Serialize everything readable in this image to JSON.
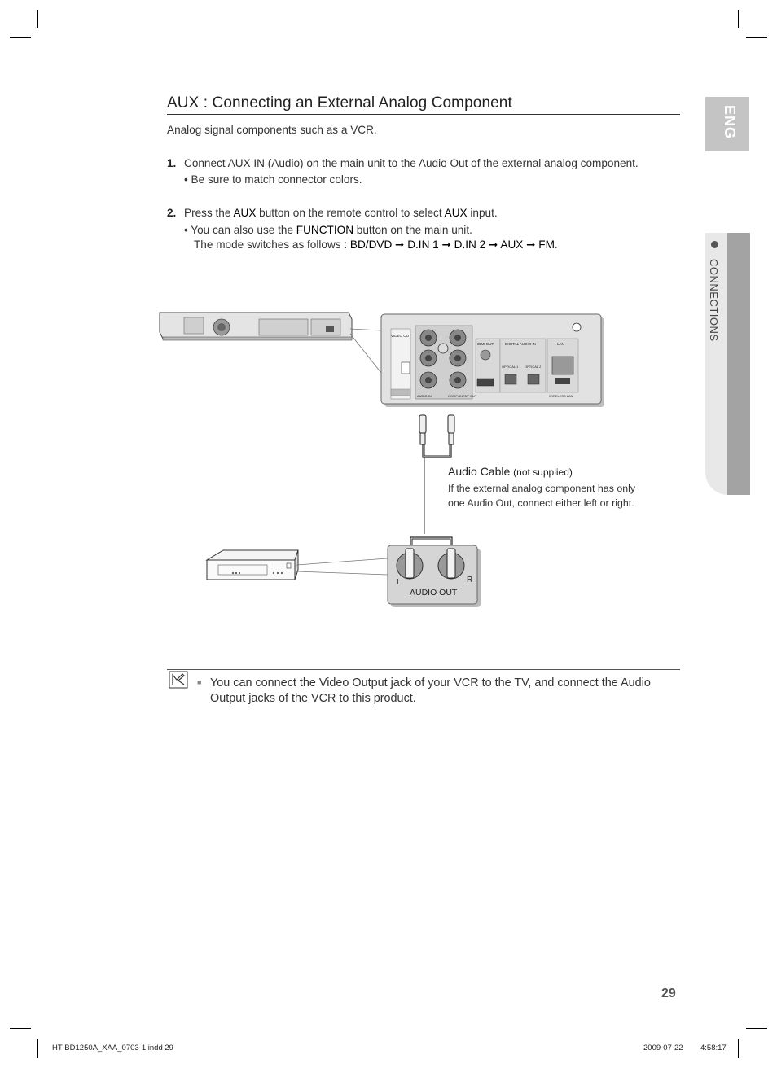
{
  "title": "AUX : Connecting an External Analog Component",
  "intro": "Analog signal components such as a VCR.",
  "steps": [
    {
      "num": "1.",
      "text": "Connect AUX IN (Audio) on the main unit to the Audio Out of the external analog component.",
      "bullet": "• Be sure to match connector colors."
    },
    {
      "num": "2.",
      "text_pre": "Press the ",
      "text_b1": "AUX",
      "text_mid": " button on the remote control to select ",
      "text_b2": "AUX",
      "text_post": " input.",
      "bullet_pre": "• You can also use the ",
      "bullet_b": "FUNCTION",
      "bullet_post": " button on the main unit.",
      "mode_pre": "The mode switches as follows : ",
      "mode_seq": "BD/DVD ➞ D.IN 1 ➞ D.IN 2 ➞ AUX ➞ FM",
      "mode_end": "."
    }
  ],
  "side_tabs": {
    "language": "ENG",
    "section": "CONNECTIONS"
  },
  "diagram": {
    "panel_labels": {
      "video_out": "VIDEO OUT",
      "hdmi_out": "HDMI OUT",
      "digital_audio_in": "DIGITAL AUDIO IN",
      "lan": "LAN",
      "optical1": "OPTICAL 1",
      "optical2": "OPTICAL 2",
      "audio_in": "AUDIO IN",
      "component_out": "COMPONENT OUT",
      "wireless_lan": "WIRELESS LAN"
    },
    "cable_title": "Audio Cable",
    "cable_title_small": "(not supplied)",
    "cable_note": "If the external analog component has only one Audio Out, connect either left or right.",
    "audio_out_label": "AUDIO OUT",
    "left_label": "L",
    "right_label": "R"
  },
  "note": "You can connect the Video Output jack of your VCR to the TV, and connect the Audio Output jacks of the VCR to this product.",
  "note_bullet": "■",
  "page_number": "29",
  "footer": {
    "file": "HT-BD1250A_XAA_0703-1.indd   29",
    "date": "2009-07-22",
    "time": "4:58:17"
  },
  "colors": {
    "tab_gray": "#c4c4c4",
    "tab_dark": "#a3a3a3",
    "panel_bg": "#d8d8d8"
  }
}
